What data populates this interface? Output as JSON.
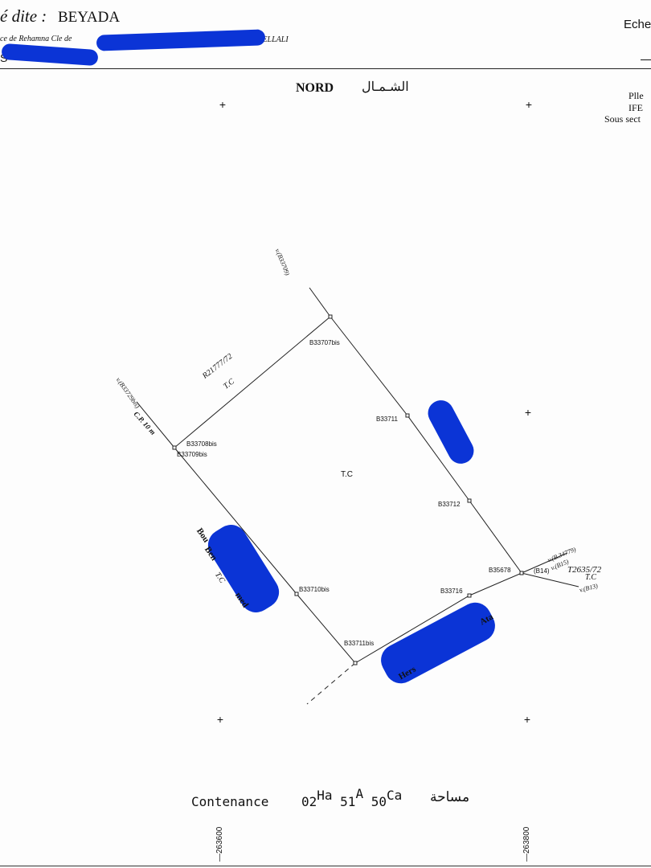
{
  "header": {
    "property_label": "é dite :",
    "property_name": "BEYADA",
    "location_text_left": "ce de Rehamna  Cle de",
    "location_text_right": "JELLALI",
    "scale_label": "Eche",
    "left_fragment": "S"
  },
  "north_label": "NORD",
  "north_label_ar": "الشـمـال",
  "side_info": {
    "line1": "Plle",
    "line2": "IFE",
    "line3": "Sous sect"
  },
  "parcel_label": "T.C",
  "neighbors": {
    "north_title": "R21777/72",
    "north_tc": "T.C",
    "northwest_ref": "v.(B33729bis)",
    "northwest_road": "C.P. 10 m",
    "north_top_ref": "v.(B33709)",
    "east_title": "T2635/72",
    "east_tc": "T.C",
    "east_ref1": "v.(B.34779)",
    "east_ref2": "v.(B15)",
    "east_ref3": "v.(B13)",
    "southwest_name1": "Bou",
    "southwest_name2": "Ben",
    "southwest_name3": "med",
    "southwest_tc": "T.C",
    "south_name": "Hers",
    "south_name2": "Ata"
  },
  "boundary_markers": [
    "B33707bis",
    "B33711",
    "B33712",
    "B35678",
    "(B14)",
    "B33716",
    "B33711bis",
    "B33710bis",
    "B33708bis",
    "B33709bis"
  ],
  "contenance": {
    "label": "Contenance",
    "ha_value": "02",
    "ha_unit": "Ha",
    "a_value": "51",
    "a_unit": "A",
    "ca_value": "50",
    "ca_unit": "Ca",
    "label_ar": "مساحة"
  },
  "coordinates": {
    "x1": "263600",
    "x2": "263800"
  }
}
